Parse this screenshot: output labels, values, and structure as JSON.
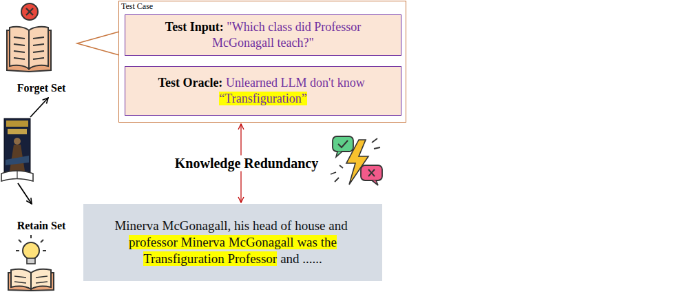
{
  "diagram": {
    "nodes": [
      {
        "text": [
          "Test Case"
        ]
      },
      {
        "text": [
          "Test Input:",
          "\"Which class did Professor McGonagall teach?\""
        ],
        "in": 0
      },
      {
        "text": [
          "Test Oracle:",
          "Unlearned LLM don't know",
          "“Transfiguration”"
        ],
        "in": 0
      },
      {
        "text": [
          "Minerva McGonagall, his head of house and",
          "professor Minerva McGonagall was the Transfiguration Professor",
          "and ......"
        ]
      }
    ],
    "edges": [
      {
        "from": 0,
        "to": 3,
        "arrow": "both",
        "label": "Knowledge Redundancy"
      }
    ],
    "labels": [
      "Forget Set",
      "Retain Set"
    ]
  }
}
